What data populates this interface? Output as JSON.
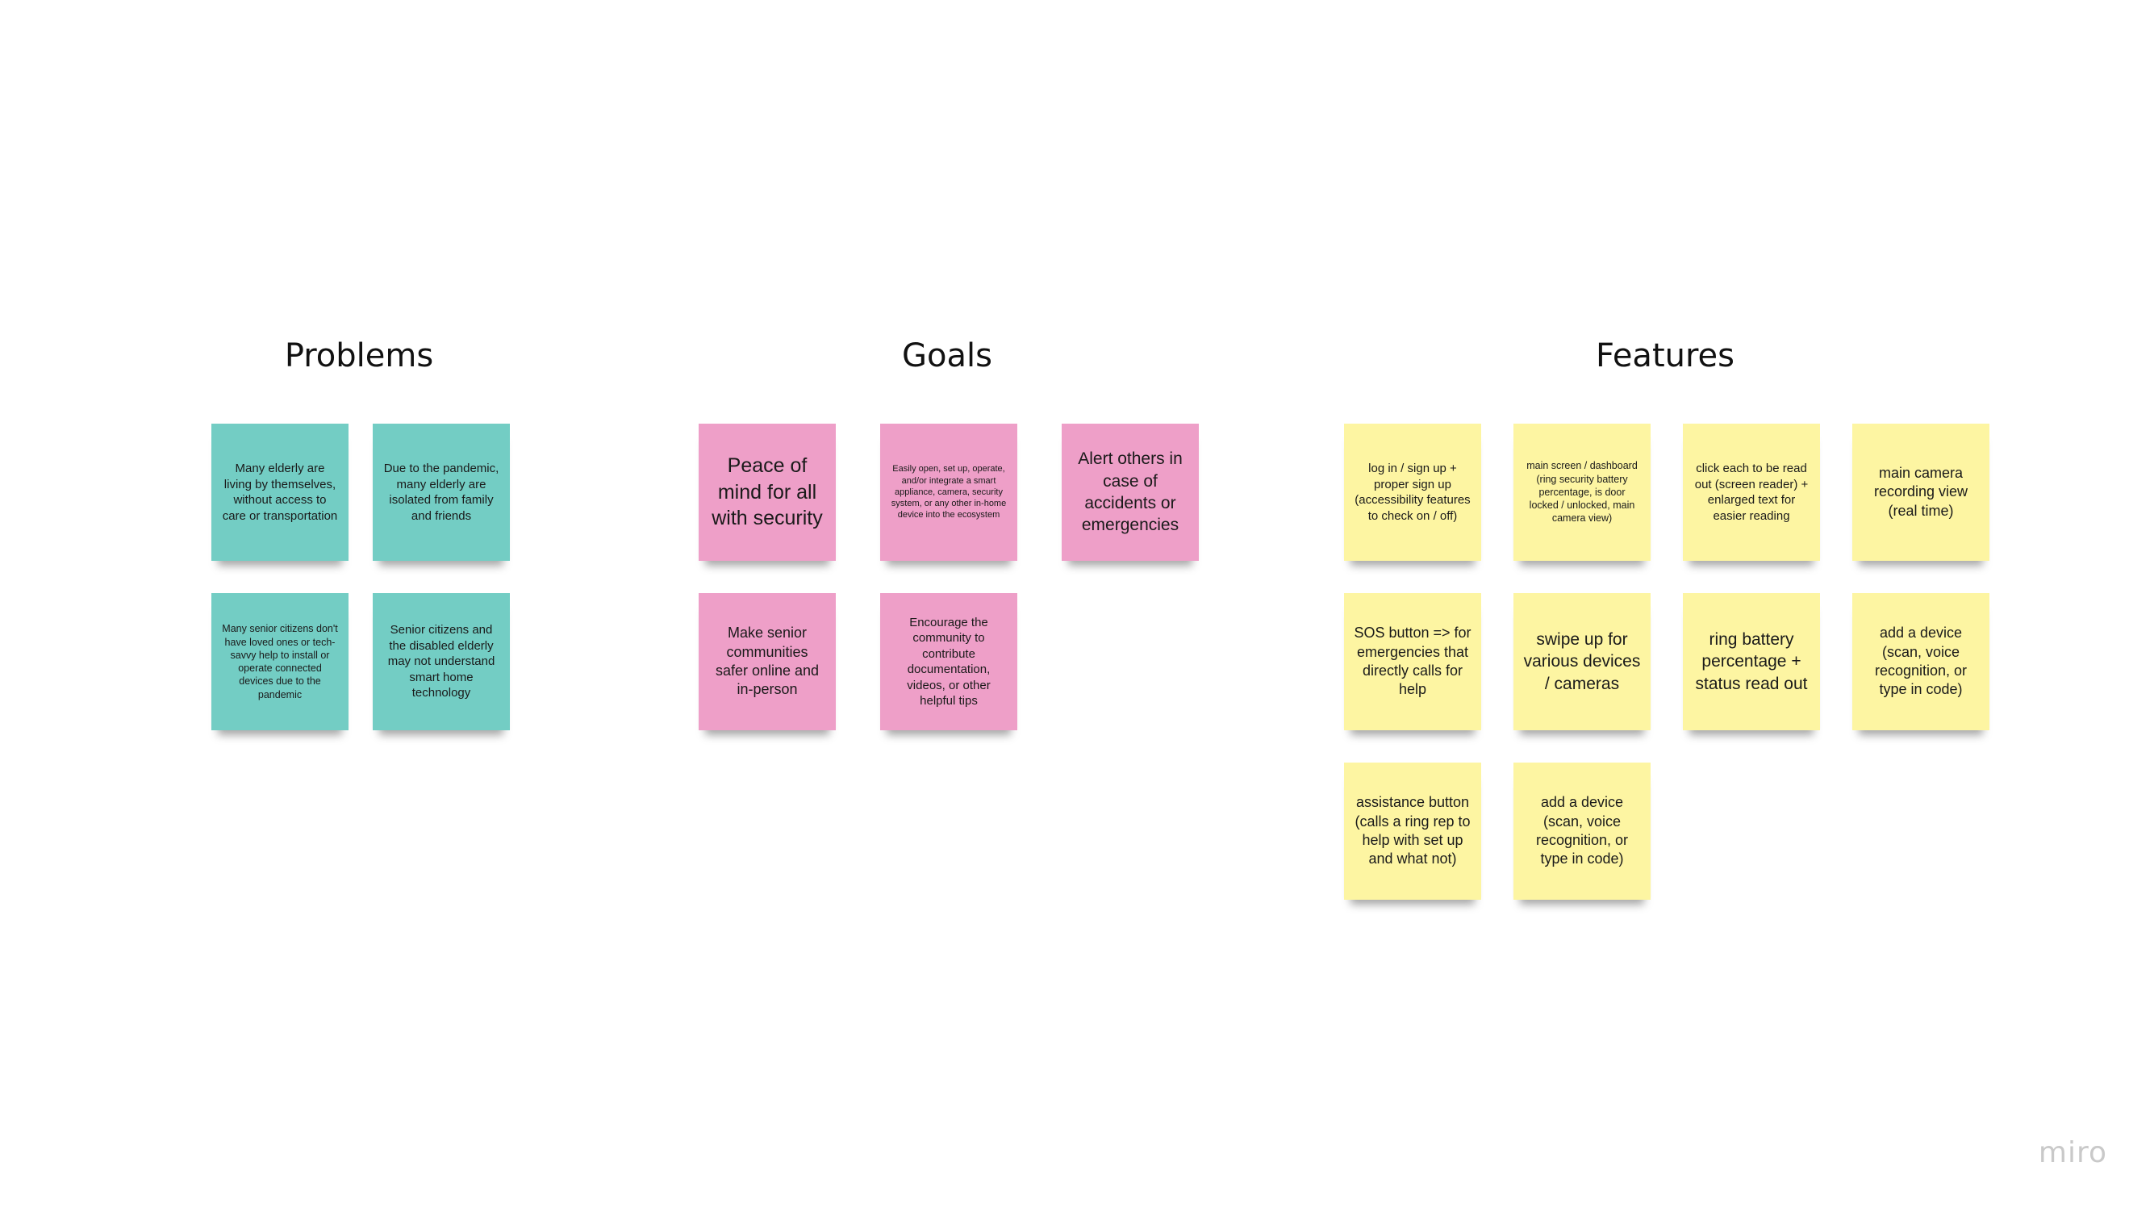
{
  "board": {
    "sections": [
      {
        "title": "Problems",
        "notes": [
          "Many elderly are living by themselves, without access to care or transportation",
          "Due to the pandemic, many elderly are isolated from family and friends",
          "Many senior citizens don't have loved ones or tech-savvy help to install or operate connected devices due to the pandemic",
          "Senior citizens and the disabled elderly may not understand smart home technology"
        ]
      },
      {
        "title": "Goals",
        "notes": [
          "Peace of mind for all with security",
          "Easily open, set up, operate, and/or integrate a smart appliance, camera, security system, or any other in-home device into the ecosystem",
          "Alert others in case of accidents or emergencies",
          "Make senior communities safer online and in-person",
          "Encourage the community to contribute documentation, videos, or other helpful tips"
        ]
      },
      {
        "title": "Features",
        "notes": [
          "log in / sign up + proper sign up (accessibility features to check on / off)",
          "main screen / dashboard (ring security battery percentage, is door locked / unlocked, main camera view)",
          "click each to be read out (screen reader) + enlarged text for easier reading",
          "main camera recording view (real time)",
          "SOS button => for emergencies that directly calls for help",
          "swipe up for various devices / cameras",
          "ring battery percentage + status read out",
          "add a device (scan, voice recognition, or type in code)",
          "assistance button (calls a ring rep to help with set up and what not)",
          "add a device (scan, voice recognition, or type in code)"
        ]
      }
    ],
    "note_colors": {
      "problems": "#73cdc4",
      "goals": "#ee9fc8",
      "features": "#fdf5a2"
    },
    "logo": "miro"
  }
}
